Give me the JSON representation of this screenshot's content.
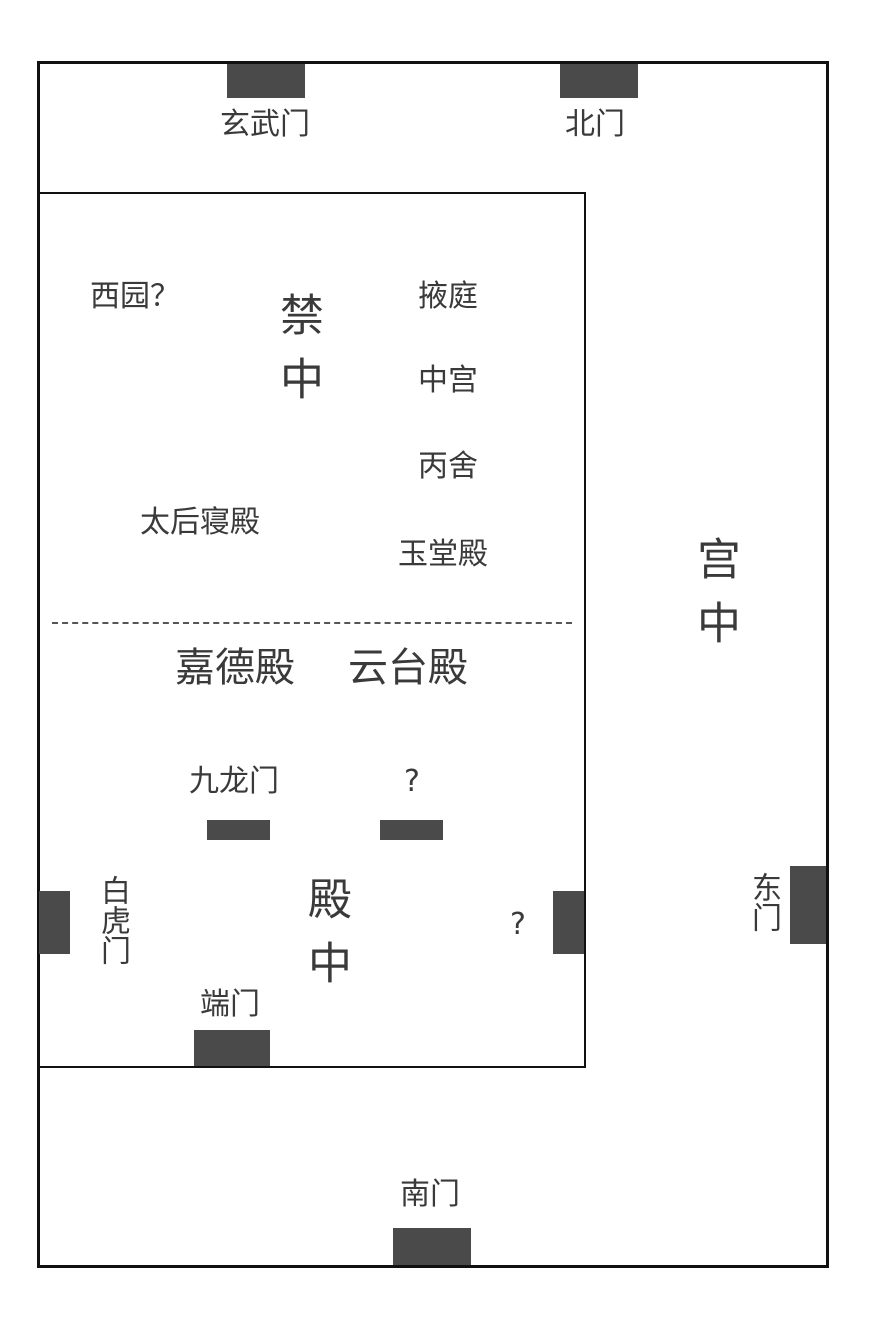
{
  "gates": {
    "xuanwu": "玄武门",
    "north": "北门",
    "east": "东门",
    "south": "南门",
    "jiulong": "九龙门",
    "unknown_top": "?",
    "baihu": "白虎门",
    "unknown_right": "?",
    "duan": "端门"
  },
  "zones": {
    "gongzhong": "宫中",
    "jinzhong": "禁中",
    "dianzhong": "殿中"
  },
  "buildings": {
    "xiyuan": "西园？",
    "yeting": "掖庭",
    "zhonggong": "中宫",
    "bingshe": "丙舍",
    "taihou": "太后寝殿",
    "yutang": "玉堂殿",
    "jiade": "嘉德殿",
    "yuntai": "云台殿"
  },
  "colors": {
    "wall": "#111111",
    "gate": "#4a4a4a",
    "text": "#3a3a3a"
  }
}
